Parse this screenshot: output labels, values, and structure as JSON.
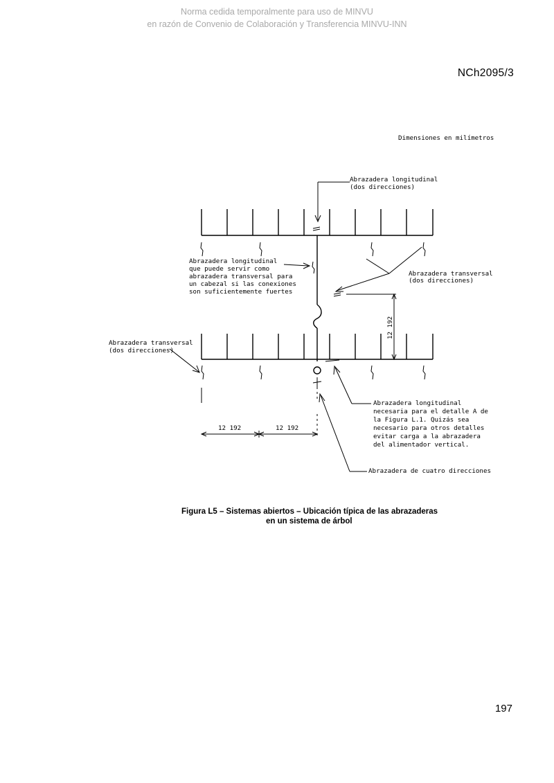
{
  "watermark": {
    "line1": "Norma cedida temporalmente para uso de MINVU",
    "line2": "en razón de Convenio de Colaboración y Transferencia MINVU-INN"
  },
  "header": {
    "doc_code": "NCh2095/3"
  },
  "figure": {
    "dimensions_note": "Dimensiones en milímetros",
    "labels": {
      "longitudinal_top": [
        "Abrazadera longitudinal",
        "(dos direcciones)"
      ],
      "longitudinal_riser": [
        "Abrazadera longitudinal",
        "que puede servir como",
        "abrazadera transversal para",
        "un cabezal si las conexiones",
        "son suficientemente fuertes"
      ],
      "transversal_right": [
        "Abrazadera transversal",
        "(dos direcciones)"
      ],
      "transversal_left": [
        "Abrazadera transversal",
        "(dos direcciones)"
      ],
      "longitudinal_bottom": [
        "Abrazadera longitudinal",
        "necesaria para el detalle A de",
        "la Figura L.1. Quizás sea",
        "necesario para otros detalles",
        "evitar carga a la abrazadera",
        "del alimentador vertical."
      ],
      "four_way": "Abrazadera de cuatro direcciones"
    },
    "dimensions": {
      "vertical": "12 192",
      "horizontal_left": "12 192",
      "horizontal_right": "12 192"
    },
    "caption": {
      "line1": "Figura L5 – Sistemas abiertos – Ubicación típica de las abrazaderas",
      "line2": "en un sistema de árbol"
    }
  },
  "footer": {
    "page_number": "197"
  }
}
